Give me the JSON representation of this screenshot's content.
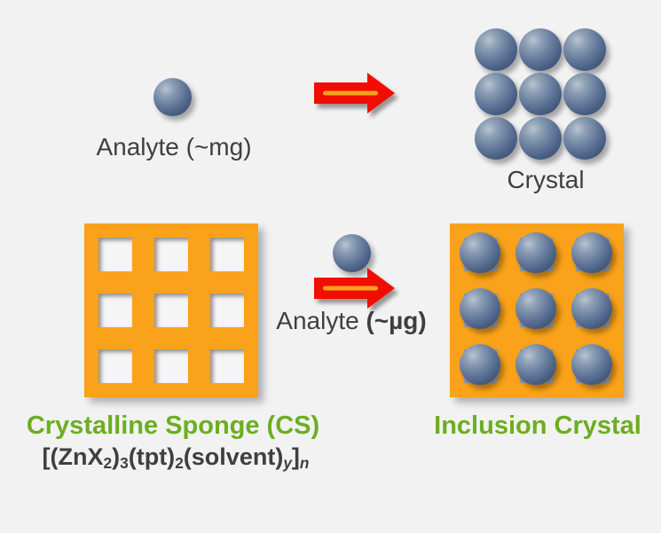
{
  "background_color": "#f2f2f2",
  "colors": {
    "orange": "#f9a21a",
    "arrow_red": "#f10c00",
    "arrow_stripe": "#f9a21a",
    "text_dark": "#3f3f3f",
    "green": "#6cae20",
    "hole_white": "#f5f5f5",
    "hole_gray": "#9b9b9b",
    "sphere_light": "#b9c4d0",
    "sphere_dark": "#344768"
  },
  "top_row": {
    "analyte_label": "Analyte (~mg)",
    "arrow_icon": "right-block-arrow",
    "crystal_grid": {
      "rows": 3,
      "cols": 3,
      "count": 9
    },
    "crystal_label": "Crystal"
  },
  "bottom_row": {
    "sponge_grid": {
      "rows": 3,
      "cols": 3,
      "count": 9
    },
    "analyte_label_prefix": "Analyte ",
    "analyte_label_bold": "(~µg)",
    "arrow_icon": "right-block-arrow",
    "inclusion_grid": {
      "rows": 3,
      "cols": 3,
      "count": 9
    },
    "sponge_label": "Crystalline Sponge (CS)",
    "formula_parts": [
      {
        "text": "[(ZnX"
      },
      {
        "text": "2",
        "sub": true
      },
      {
        "text": ")"
      },
      {
        "text": "3",
        "sub": true
      },
      {
        "text": "(tpt)"
      },
      {
        "text": "2",
        "sub": true
      },
      {
        "text": "(solvent)"
      },
      {
        "text": "y",
        "sub": true,
        "italic": true
      },
      {
        "text": "]"
      },
      {
        "text": "n",
        "sub": true,
        "italic": true
      }
    ],
    "inclusion_label": "Inclusion Crystal"
  }
}
